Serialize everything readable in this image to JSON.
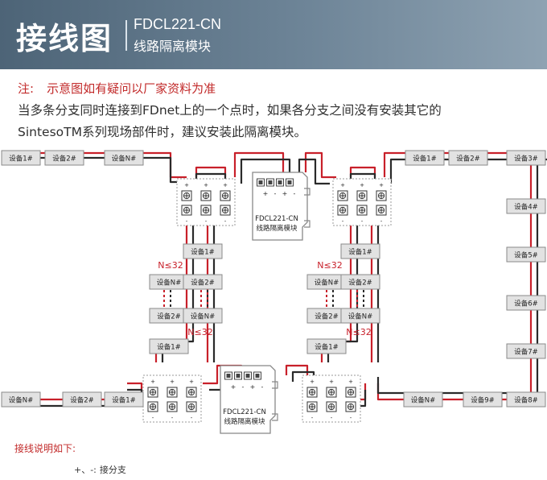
{
  "header": {
    "title": "接线图",
    "model": "FDCL221-CN",
    "subtitle": "线路隔离模块"
  },
  "note": {
    "label": "注:",
    "text": "示意图如有疑问以厂家资料为准"
  },
  "intro": {
    "line1": "当多条分支同时连接到FDnet上的一个点时，如果各分支之间没有安装其它的",
    "line2": "SintesoTM系列现场部件时，建议安装此隔离模块。"
  },
  "diagram": {
    "top_left_devices": [
      "设备1#",
      "设备2#",
      "设备N#"
    ],
    "top_right_devices": [
      "设备1#",
      "设备2#",
      "设备3#"
    ],
    "right_column_devices": [
      "设备4#",
      "设备5#",
      "设备6#",
      "设备7#"
    ],
    "bottom_right_devices": [
      "设备N#",
      "设备9#",
      "设备8#"
    ],
    "bottom_left_devices": [
      "设备N#",
      "设备2#",
      "设备1#"
    ],
    "branch_devices": {
      "top_single": "设备1#",
      "pair_upper": [
        "设备N#",
        "设备2#"
      ],
      "pair_lower": [
        "设备2#",
        "设备N#"
      ],
      "bottom_single": "设备1#"
    },
    "n_limit": "N≤32",
    "plus": "+",
    "minus": "-",
    "module_model": "FDCL221-CN",
    "module_name": "线路隔离模块",
    "colors": {
      "wire_red": "#c8202a",
      "wire_dark": "#2a2a2a",
      "box_fill": "#e2e2e2",
      "box_stroke": "#8a8a8a"
    }
  },
  "legend": {
    "title": "接线说明如下:",
    "symbol": "+、-:",
    "text": "接分支"
  }
}
